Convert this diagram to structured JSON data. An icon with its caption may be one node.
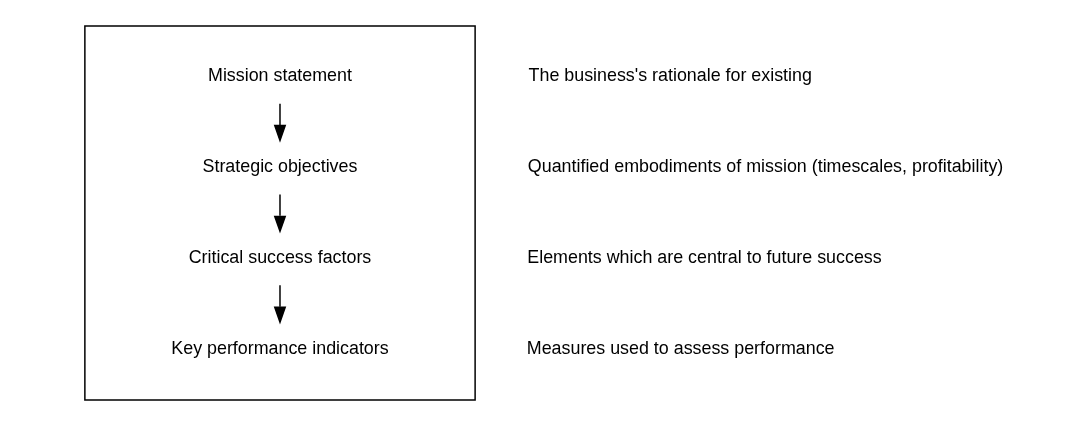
{
  "diagram": {
    "nodes": [
      {
        "text": [],
        "shape": "box"
      },
      {
        "text": [
          "Mission statement"
        ],
        "in": 0
      },
      {
        "text": [
          "Strategic objectives"
        ],
        "in": 0
      },
      {
        "text": [
          "Critical success factors"
        ],
        "in": 0
      },
      {
        "text": [
          "Key performance indicators"
        ],
        "in": 0
      }
    ],
    "edges": [
      {
        "from": 1,
        "to": 2,
        "arrow": "to"
      },
      {
        "from": 2,
        "to": 3,
        "arrow": "to"
      },
      {
        "from": 3,
        "to": 4,
        "arrow": "to"
      }
    ],
    "labels": [
      "The business's rationale for existing",
      "Quantified embodiments of mission (timescales, profitability)",
      "Elements which are central to future success",
      "Measures used to assess performance"
    ]
  }
}
